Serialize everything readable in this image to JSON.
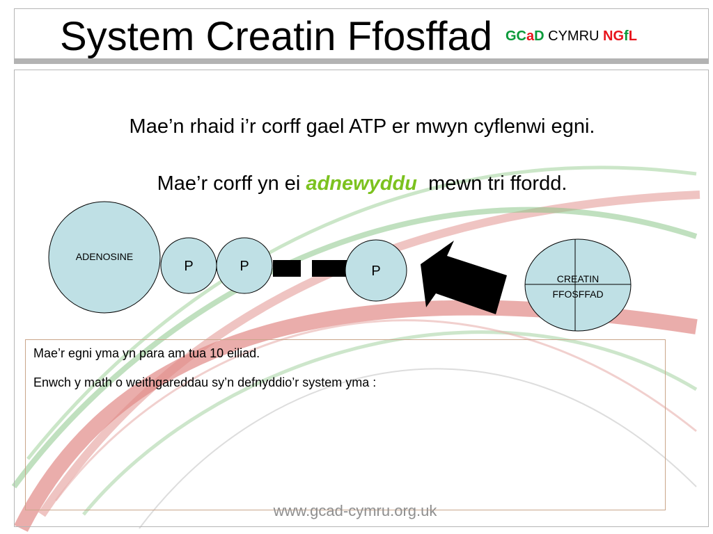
{
  "header": {
    "title": "System Creatin Ffosffad",
    "logo": {
      "part_gc": "GC",
      "part_a": "a",
      "part_d": "D",
      "part_cymru": " CYMRU ",
      "part_ng": "NG",
      "part_f": "f",
      "part_l": "L",
      "colors": {
        "green": "#0a9a3a",
        "red": "#e8141c",
        "black": "#000000"
      }
    }
  },
  "content": {
    "line1": "Mae’n rhaid i’r corff gael ATP er mwyn cyflenwi egni.",
    "line2_before": "Mae’r corff yn ei ",
    "line2_highlight": "adnewyddu",
    "line2_after": "  mewn tri ffordd.",
    "highlight_color": "#7cc21f"
  },
  "diagram": {
    "adenosine_label": "ADENOSINE",
    "phosphate_label_1": "P",
    "phosphate_label_2": "P",
    "phosphate_label_3": "P",
    "creatine_label_line1": "CREATIN",
    "creatine_label_line2": "FFOSFFAD",
    "circle_fill": "#bfe0e5",
    "bond_color": "#000000",
    "arrow_color": "#000000"
  },
  "question_box": {
    "line1": "Mae’r egni yma yn para am tua 10 eiliad.",
    "line2": "Enwch y math o weithgareddau sy’n defnyddio’r system yma :"
  },
  "footer": {
    "url": "www.gcad-cymru.org.uk"
  }
}
